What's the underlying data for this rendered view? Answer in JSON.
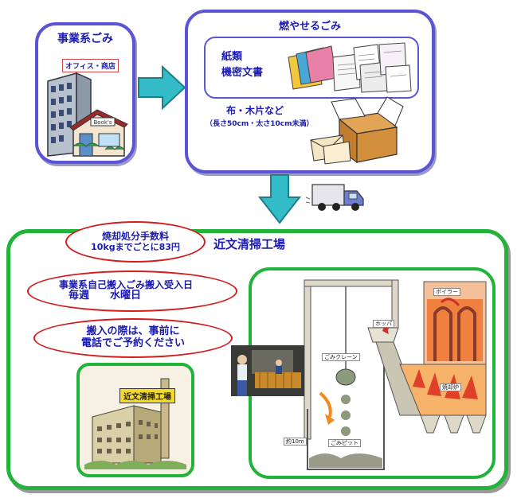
{
  "business_waste": {
    "title": "事業系ごみ",
    "tag": "オフィス・商店",
    "shop_sign": "Book's"
  },
  "burnable": {
    "title": "燃やせるごみ",
    "paper_line1": "紙類",
    "paper_line2": "機密文書",
    "cloth_line1": "布・木片など",
    "cloth_line2": "（長さ50cm・太さ10cm未満）"
  },
  "fee": {
    "line1": "焼却処分手数料",
    "line2": "10kgまでごとに83円"
  },
  "plant": {
    "title": "近文清掃工場",
    "sign": "近文清掃工場"
  },
  "accept": {
    "line1": "事業系自己搬入ごみ搬入受入日",
    "line2": "毎週　　水曜日"
  },
  "reserve": {
    "line1": "搬入の際は、事前に",
    "line2": "電話でご予約ください"
  },
  "process": {
    "boiler": "ボイラー",
    "hopper": "ホッパ",
    "crane": "ごみクレーン",
    "pit": "ごみピット",
    "depth": "約10m",
    "incinerator": "焼却炉"
  },
  "colors": {
    "purple_border": "#5b55d6",
    "green_border": "#22b33a",
    "arrow": "#33bcc8",
    "oval": "#d11e1e",
    "text": "#1a1ab0"
  }
}
